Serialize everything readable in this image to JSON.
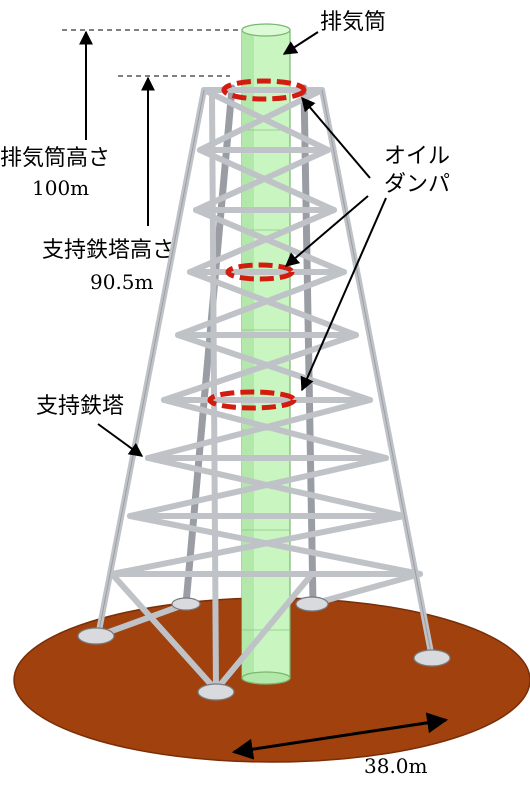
{
  "labels": {
    "stack": "排気筒",
    "oil_damper_line1": "オイル",
    "oil_damper_line2": "ダンパ",
    "stack_height_title": "排気筒高さ",
    "stack_height_value": "100m",
    "tower_height_title": "支持鉄塔高さ",
    "tower_height_value": "90.5m",
    "support_tower": "支持鉄塔",
    "base_width_value": "38.0m"
  },
  "colors": {
    "stack_fill": "#c8f5c0",
    "stack_shade": "#a9e3a0",
    "steel": "#cfd2d6",
    "steel_edge": "#8a8e94",
    "base_disc": "#a0410e",
    "base_disc_edge": "#7a2e08",
    "damper": "#d21c10",
    "arrow": "#000000"
  },
  "icons": {
    "damper_symbol": "red-dashed-ring",
    "foundation_symbol": "footing-pad"
  }
}
